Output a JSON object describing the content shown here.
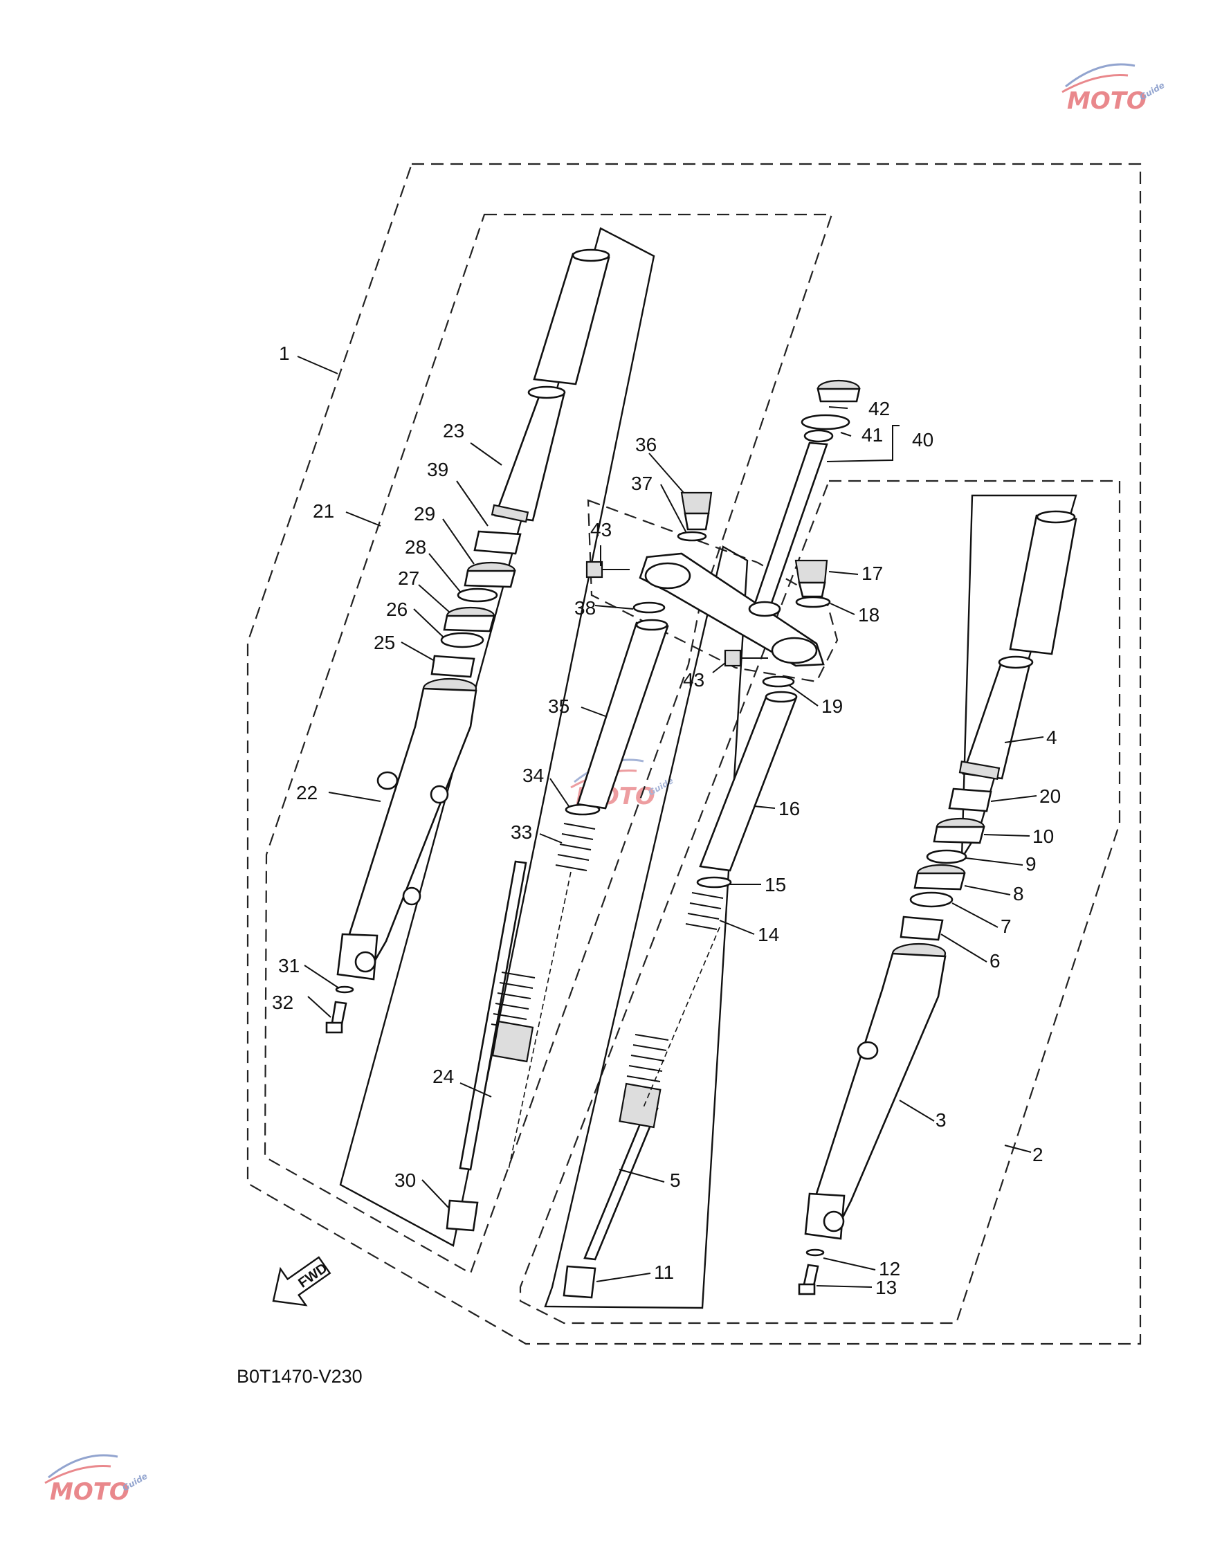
{
  "diagram": {
    "code": "B0T1470-V230",
    "fwd_label": "FWD",
    "part_numbers": [
      "1",
      "2",
      "3",
      "4",
      "5",
      "6",
      "7",
      "8",
      "9",
      "10",
      "11",
      "12",
      "13",
      "14",
      "15",
      "16",
      "17",
      "18",
      "19",
      "20",
      "21",
      "22",
      "23",
      "24",
      "25",
      "26",
      "27",
      "28",
      "29",
      "30",
      "31",
      "32",
      "33",
      "34",
      "35",
      "36",
      "37",
      "38",
      "39",
      "40",
      "41",
      "42",
      "43"
    ]
  },
  "watermark": {
    "text": "MOTO",
    "subtext": "Guide",
    "colors": {
      "red": "#d8282f",
      "blue": "#3a5ba8"
    }
  }
}
